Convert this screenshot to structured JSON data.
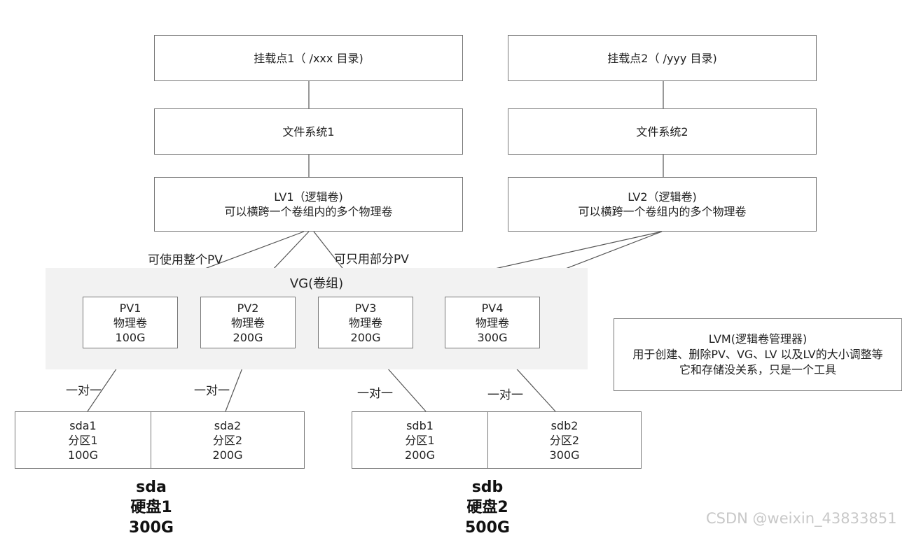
{
  "mounts": [
    {
      "label": "挂载点1（ /xxx 目录)"
    },
    {
      "label": "挂载点2（ /yyy 目录)"
    }
  ],
  "filesystems": [
    {
      "label": "文件系统1"
    },
    {
      "label": "文件系统2"
    }
  ],
  "lvs": [
    {
      "title": "LV1（逻辑卷)",
      "desc": "可以横跨一个卷组内的多个物理卷"
    },
    {
      "title": "LV2（逻辑卷)",
      "desc": "可以横跨一个卷组内的多个物理卷"
    }
  ],
  "edge_labels": {
    "full_pv": "可使用整个PV",
    "partial_pv": "可只用部分PV",
    "one_to_one": "一对一"
  },
  "vg": {
    "label": "VG(卷组)"
  },
  "pvs": [
    {
      "name": "PV1",
      "type": "物理卷",
      "size": "100G"
    },
    {
      "name": "PV2",
      "type": "物理卷",
      "size": "200G"
    },
    {
      "name": "PV3",
      "type": "物理卷",
      "size": "200G"
    },
    {
      "name": "PV4",
      "type": "物理卷",
      "size": "300G"
    }
  ],
  "partitions": [
    {
      "name": "sda1",
      "type": "分区1",
      "size": "100G"
    },
    {
      "name": "sda2",
      "type": "分区2",
      "size": "200G"
    },
    {
      "name": "sdb1",
      "type": "分区1",
      "size": "200G"
    },
    {
      "name": "sdb2",
      "type": "分区2",
      "size": "300G"
    }
  ],
  "disks": [
    {
      "name": "sda",
      "type": "硬盘1",
      "size": "300G"
    },
    {
      "name": "sdb",
      "type": "硬盘2",
      "size": "500G"
    }
  ],
  "note": {
    "title": "LVM(逻辑卷管理器)",
    "line1": "用于创建、删除PV、VG、LV 以及LV的大小调整等",
    "line2": "它和存储没关系，只是一个工具"
  },
  "watermark": "CSDN @weixin_43833851"
}
